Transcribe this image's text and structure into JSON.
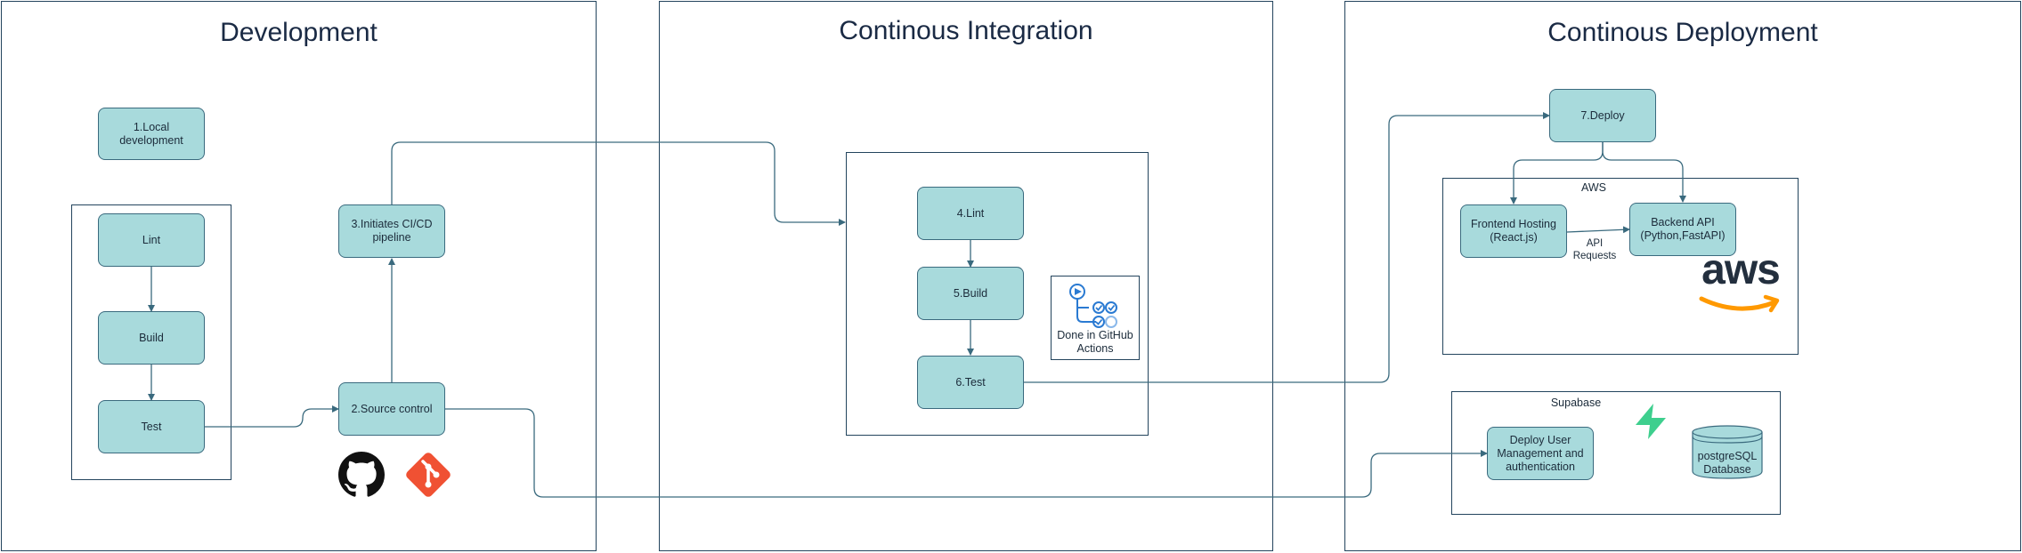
{
  "lanes": {
    "development": "Development",
    "ci": "Continous Integration",
    "cd": "Continous Deployment"
  },
  "nodes": {
    "local_dev": "1.Local development",
    "lint_dev": "Lint",
    "build_dev": "Build",
    "test_dev": "Test",
    "source_control": "2.Source control",
    "initiates_cicd": "3.Initiates CI/CD pipeline",
    "lint_ci": "4.Lint",
    "build_ci": "5.Build",
    "test_ci": "6.Test",
    "deploy": "7.Deploy",
    "frontend": "Frontend Hosting (React.js)",
    "backend": "Backend API (Python,FastAPI)",
    "supabase_auth": "Deploy User Management and authentication",
    "postgres": "postgreSQL Database"
  },
  "labels": {
    "github_actions_note": "Done in GitHub Actions",
    "aws_group": "AWS",
    "supabase_group": "Supabase",
    "api_requests": "API Requests",
    "aws_logo_text": "aws"
  },
  "icons": {
    "github": "github-icon",
    "git": "git-icon",
    "github_actions": "github-actions-icon",
    "aws": "aws-logo",
    "supabase": "supabase-icon",
    "database": "database-icon"
  },
  "colors": {
    "node_fill": "#a8dadc",
    "line": "#3a6a7e",
    "git_orange": "#f05133",
    "aws_orange": "#ff9900",
    "supabase_green": "#3ecf8e"
  }
}
